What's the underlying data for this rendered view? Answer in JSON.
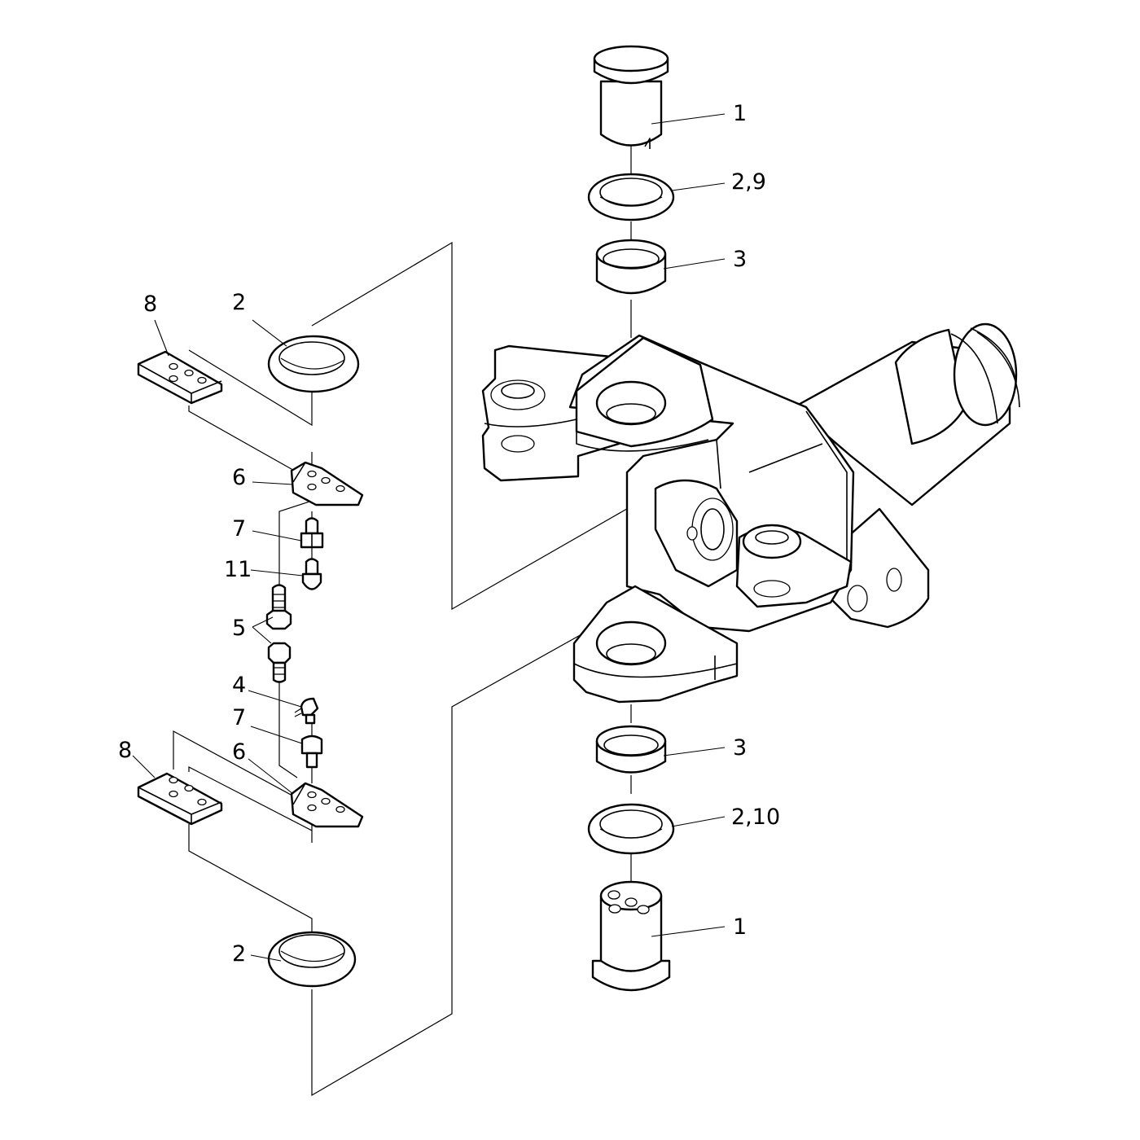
{
  "diagram": {
    "labels": [
      {
        "id": "l1-top",
        "text": "1"
      },
      {
        "id": "l29",
        "text": "2,9"
      },
      {
        "id": "l3-top",
        "text": "3"
      },
      {
        "id": "l8-top",
        "text": "8"
      },
      {
        "id": "l2-top",
        "text": "2"
      },
      {
        "id": "l6-top",
        "text": "6"
      },
      {
        "id": "l7-top",
        "text": "7"
      },
      {
        "id": "l11",
        "text": "11"
      },
      {
        "id": "l5",
        "text": "5"
      },
      {
        "id": "l4",
        "text": "4"
      },
      {
        "id": "l7-bot",
        "text": "7"
      },
      {
        "id": "l6-bot",
        "text": "6"
      },
      {
        "id": "l8-bot",
        "text": "8"
      },
      {
        "id": "l3-bot",
        "text": "3"
      },
      {
        "id": "l210",
        "text": "2,10"
      },
      {
        "id": "l1-bot",
        "text": "1"
      },
      {
        "id": "l2-bot",
        "text": "2"
      }
    ]
  }
}
